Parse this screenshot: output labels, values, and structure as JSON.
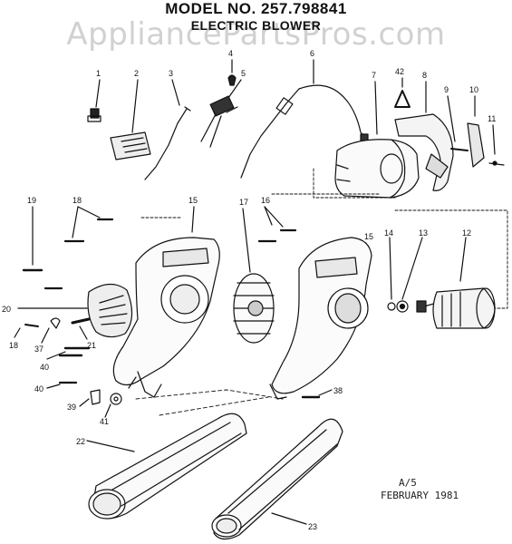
{
  "header": {
    "model": "MODEL NO. 257.798841",
    "product": "ELECTRIC BLOWER"
  },
  "watermark": "AppliancePartsPros.com",
  "footer": {
    "code": "A/5",
    "date": "FEBRUARY 1981"
  },
  "callouts": [
    {
      "id": "c1",
      "label": "1"
    },
    {
      "id": "c2",
      "label": "2"
    },
    {
      "id": "c3",
      "label": "3"
    },
    {
      "id": "c4",
      "label": "4"
    },
    {
      "id": "c5",
      "label": "5"
    },
    {
      "id": "c6",
      "label": "6"
    },
    {
      "id": "c7",
      "label": "7"
    },
    {
      "id": "c42",
      "label": "42"
    },
    {
      "id": "c8",
      "label": "8"
    },
    {
      "id": "c9",
      "label": "9"
    },
    {
      "id": "c10",
      "label": "10"
    },
    {
      "id": "c11",
      "label": "11"
    },
    {
      "id": "c19",
      "label": "19"
    },
    {
      "id": "c18a",
      "label": "18"
    },
    {
      "id": "c15a",
      "label": "15"
    },
    {
      "id": "c17",
      "label": "17"
    },
    {
      "id": "c16",
      "label": "16"
    },
    {
      "id": "c15b",
      "label": "15"
    },
    {
      "id": "c14",
      "label": "14"
    },
    {
      "id": "c13",
      "label": "13"
    },
    {
      "id": "c12",
      "label": "12"
    },
    {
      "id": "c20",
      "label": "20"
    },
    {
      "id": "c18b",
      "label": "18"
    },
    {
      "id": "c37",
      "label": "37"
    },
    {
      "id": "c21",
      "label": "21"
    },
    {
      "id": "c40a",
      "label": "40"
    },
    {
      "id": "c40b",
      "label": "40"
    },
    {
      "id": "c39",
      "label": "39"
    },
    {
      "id": "c41",
      "label": "41"
    },
    {
      "id": "c38",
      "label": "38"
    },
    {
      "id": "c22",
      "label": "22"
    },
    {
      "id": "c23",
      "label": "23"
    }
  ]
}
